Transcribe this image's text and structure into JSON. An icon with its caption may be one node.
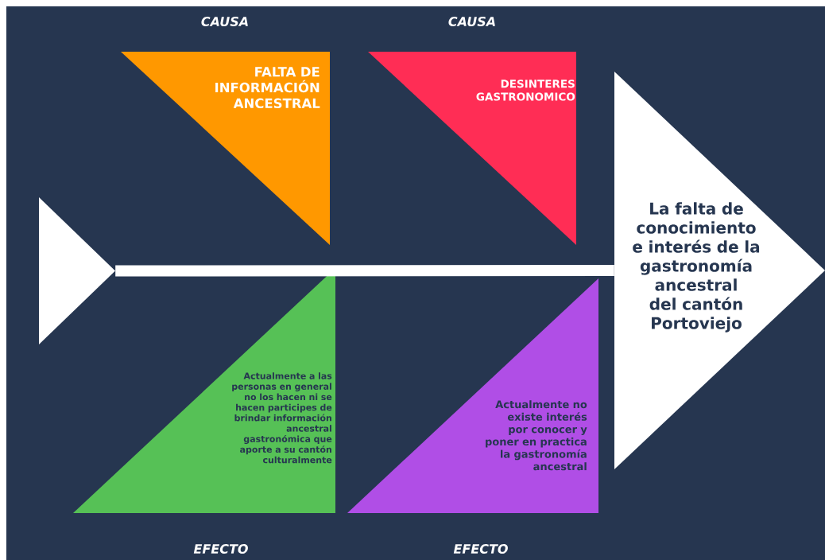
{
  "diagram": {
    "nodes": [
      {
        "text": [
          "FALTA DE INFORMACIÓN ANCESTRAL"
        ]
      },
      {
        "text": [
          "DESINTERES GASTRONOMICO"
        ]
      },
      {
        "text": [
          "La falta de conocimiento e interés de la gastronomía ancestral del cantón Portoviejo"
        ]
      },
      {
        "text": [
          "Actualmente a las personas en general no los hacen ni se hacen participes de brindar información ancestral gastronómica que aporte a su cantón culturalmente"
        ]
      },
      {
        "text": [
          "Actualmente no existe  interés por conocer y poner en practica la gastronomía ancestral"
        ]
      },
      {
        "text": [],
        "shape": "triangle"
      }
    ],
    "edges": [
      {
        "from": 5,
        "to": 2,
        "arrow": "none"
      }
    ],
    "labels": [
      "CAUSA",
      "CAUSA",
      "EFECTO",
      "EFECTO"
    ]
  }
}
